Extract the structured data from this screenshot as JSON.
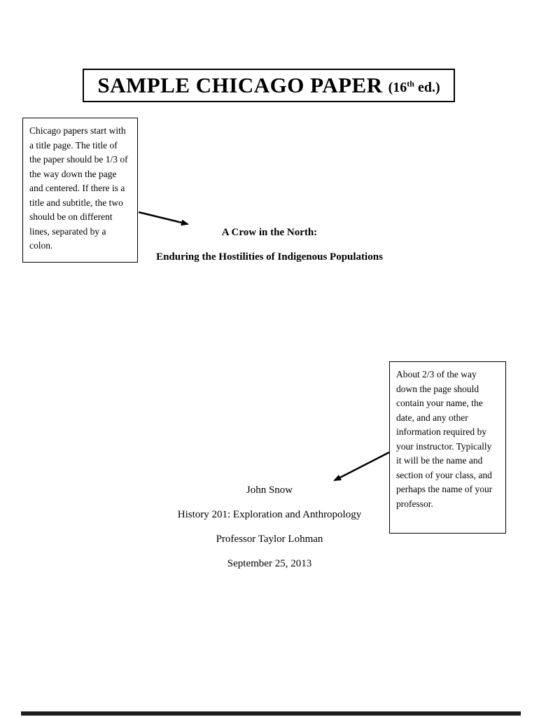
{
  "header": {
    "title": "SAMPLE CHICAGO PAPER",
    "edition": {
      "open": "(16",
      "sup": "th",
      "rest": " ed.)"
    }
  },
  "annotations": {
    "title_note": "Chicago papers start with a title page. The title of the paper should be 1/3 of the way down the page and centered. If there is a title and subtitle, the two should be on different lines, separated by a colon.",
    "info_note": "About 2/3 of the way down the page should contain your name, the date, and any other information required by your instructor. Typically it will be the name and section of your class, and perhaps the name of your professor."
  },
  "title_block": {
    "title": "A Crow in the North:",
    "subtitle": "Enduring the Hostilities of Indigenous Populations"
  },
  "info_block": {
    "author": "John Snow",
    "course": "History 201: Exploration and Anthropology",
    "professor": "Professor Taylor Lohman",
    "date": "September 25, 2013"
  }
}
